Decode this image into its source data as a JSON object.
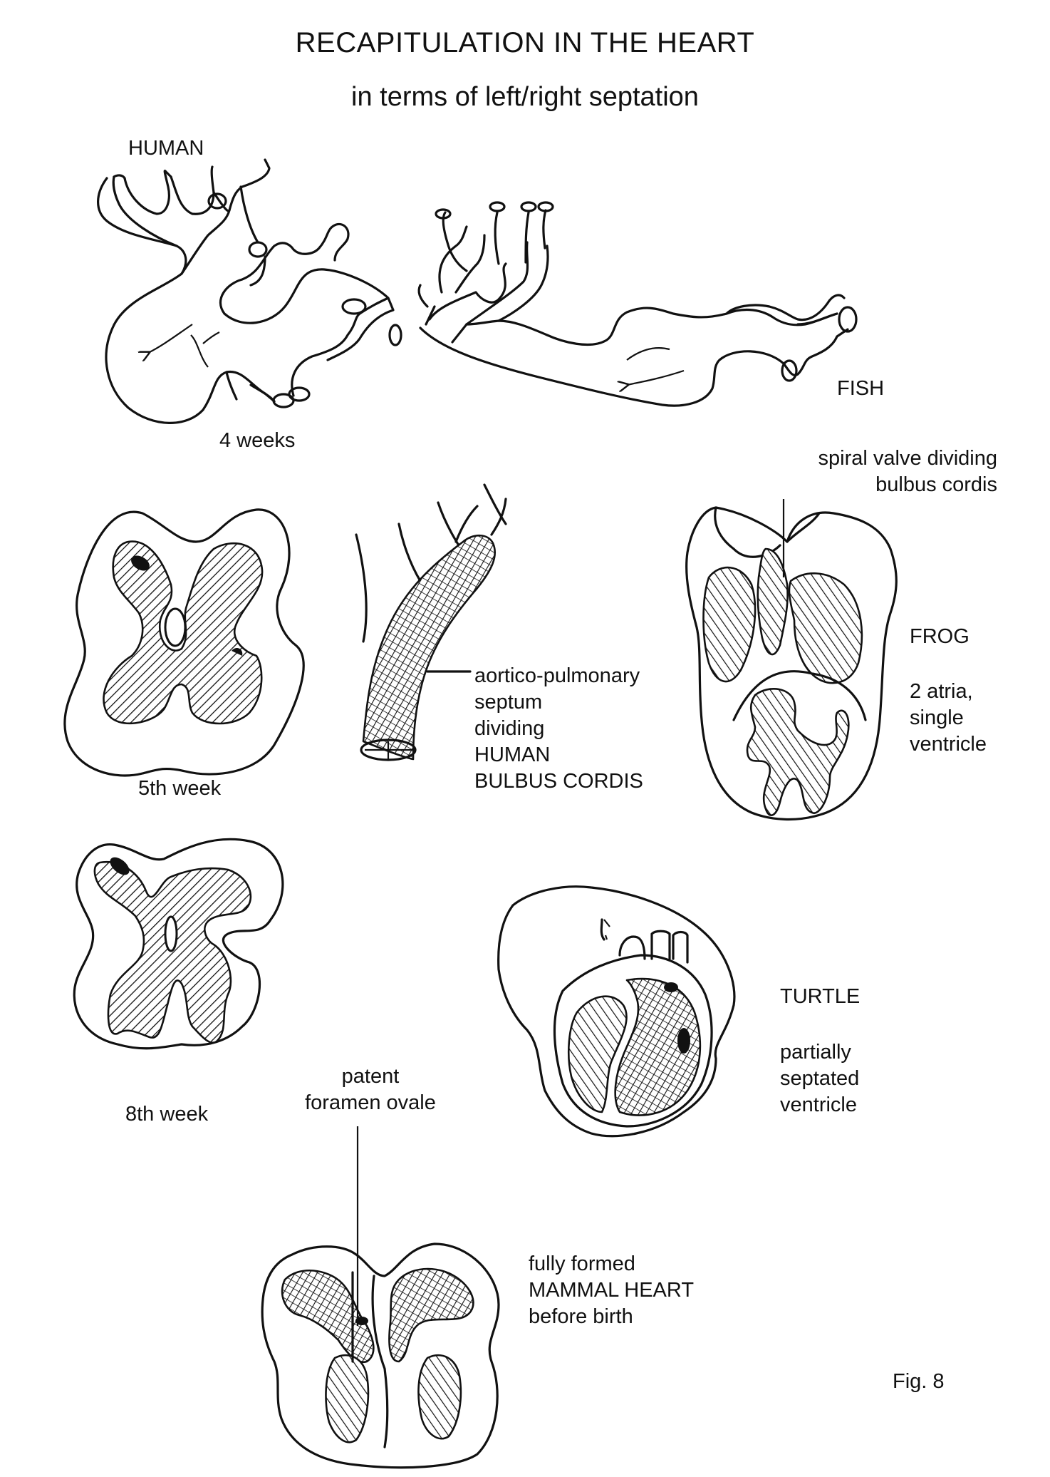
{
  "title": "RECAPITULATION IN THE HEART",
  "subtitle": "in terms of left/right septation",
  "labels": {
    "human": "HUMAN",
    "four_weeks": "4 weeks",
    "fish": "FISH",
    "spiral_valve": "spiral valve dividing\nbulbus cordis",
    "aortico": "aortico-pulmonary\nseptum\ndividing\nHUMAN\nBULBUS CORDIS",
    "frog": "FROG",
    "frog_desc": "2 atria,\nsingle\nventricle",
    "fifth_week": "5th week",
    "eighth_week": "8th week",
    "turtle": "TURTLE",
    "turtle_desc": "partially\nseptated\nventricle",
    "patent": "patent\nforamen ovale",
    "mammal": "fully formed\nMAMMAL HEART\nbefore birth",
    "fig": "Fig. 8"
  }
}
